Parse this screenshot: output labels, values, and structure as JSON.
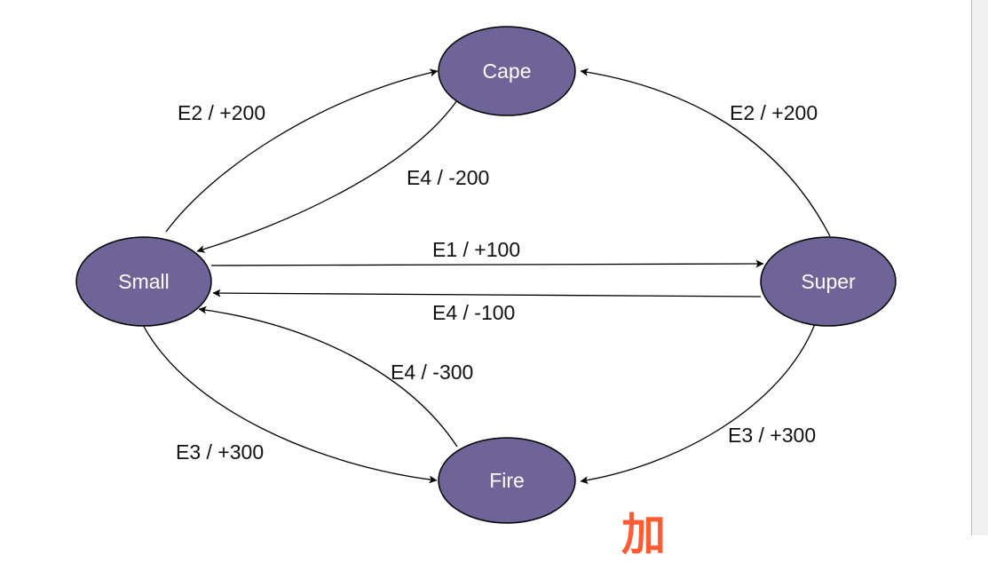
{
  "colors": {
    "state_fill": "#6e6497",
    "state_stroke": "#000000",
    "state_text": "#ffffff",
    "edge": "#000000",
    "label_text": "#111111",
    "watermark": "#ff4b1f"
  },
  "states": {
    "small": "Small",
    "super": "Super",
    "cape": "Cape",
    "fire": "Fire"
  },
  "transitions": [
    {
      "from": "Small",
      "to": "Cape",
      "label": "E2 / +200"
    },
    {
      "from": "Cape",
      "to": "Small",
      "label": "E4 / -200"
    },
    {
      "from": "Super",
      "to": "Cape",
      "label": "E2 / +200"
    },
    {
      "from": "Small",
      "to": "Super",
      "label": "E1 / +100"
    },
    {
      "from": "Super",
      "to": "Small",
      "label": "E4 / -100"
    },
    {
      "from": "Fire",
      "to": "Small",
      "label": "E4 / -300"
    },
    {
      "from": "Small",
      "to": "Fire",
      "label": "E3 / +300"
    },
    {
      "from": "Super",
      "to": "Fire",
      "label": "E3 / +300"
    }
  ],
  "watermark": "加"
}
